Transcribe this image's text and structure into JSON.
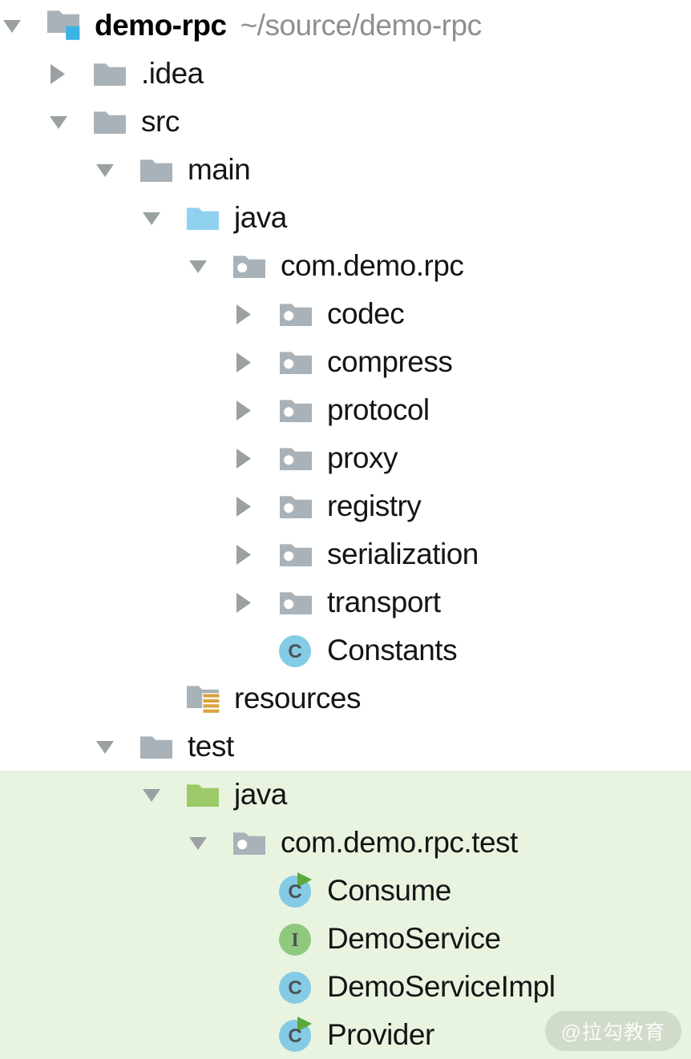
{
  "window_title": "demo-rpc project tree",
  "colors": {
    "highlight_bg": "#e8f4e0",
    "folder_gray": "#a9b2b8",
    "source_folder_blue": "#8fd1ef",
    "test_folder_green": "#9cca69",
    "project_badge_blue": "#3cb3e2",
    "class_circle_blue": "#84cbe5",
    "interface_circle_green": "#90c97e",
    "icon_letter_gray": "#4a5156",
    "run_badge_green": "#5aa83b",
    "resources_amber": "#dba23e",
    "chevron_gray": "#9ba1a3",
    "label_text": "#151515",
    "path_text": "#8f8f8f",
    "package_dot_white": "#ffffff"
  },
  "tree": {
    "items": [
      {
        "label": "demo-rpc",
        "annotation": "~/source/demo-rpc",
        "level": 0,
        "arrow": "expanded",
        "icon": "project-folder",
        "bold": true,
        "highlighted": false
      },
      {
        "label": ".idea",
        "level": 1,
        "arrow": "collapsed",
        "icon": "folder",
        "highlighted": false
      },
      {
        "label": "src",
        "level": 1,
        "arrow": "expanded",
        "icon": "folder",
        "highlighted": false
      },
      {
        "label": "main",
        "level": 2,
        "arrow": "expanded",
        "icon": "folder",
        "highlighted": false
      },
      {
        "label": "java",
        "level": 3,
        "arrow": "expanded",
        "icon": "source-folder",
        "highlighted": false
      },
      {
        "label": "com.demo.rpc",
        "level": 4,
        "arrow": "expanded",
        "icon": "package",
        "highlighted": false
      },
      {
        "label": "codec",
        "level": 5,
        "arrow": "collapsed",
        "icon": "package",
        "highlighted": false
      },
      {
        "label": "compress",
        "level": 5,
        "arrow": "collapsed",
        "icon": "package",
        "highlighted": false
      },
      {
        "label": "protocol",
        "level": 5,
        "arrow": "collapsed",
        "icon": "package",
        "highlighted": false
      },
      {
        "label": "proxy",
        "level": 5,
        "arrow": "collapsed",
        "icon": "package",
        "highlighted": false
      },
      {
        "label": "registry",
        "level": 5,
        "arrow": "collapsed",
        "icon": "package",
        "highlighted": false
      },
      {
        "label": "serialization",
        "level": 5,
        "arrow": "collapsed",
        "icon": "package",
        "highlighted": false
      },
      {
        "label": "transport",
        "level": 5,
        "arrow": "collapsed",
        "icon": "package",
        "highlighted": false
      },
      {
        "label": "Constants",
        "level": 5,
        "arrow": "none",
        "icon": "class",
        "highlighted": false
      },
      {
        "label": "resources",
        "level": 3,
        "arrow": "none",
        "icon": "resources-folder",
        "highlighted": false
      },
      {
        "label": "test",
        "level": 2,
        "arrow": "expanded",
        "icon": "folder",
        "highlighted": false
      },
      {
        "label": "java",
        "level": 3,
        "arrow": "expanded",
        "icon": "test-source-folder",
        "highlighted": true
      },
      {
        "label": "com.demo.rpc.test",
        "level": 4,
        "arrow": "expanded",
        "icon": "package",
        "highlighted": true
      },
      {
        "label": "Consume",
        "level": 5,
        "arrow": "none",
        "icon": "runnable-class",
        "highlighted": true
      },
      {
        "label": "DemoService",
        "level": 5,
        "arrow": "none",
        "icon": "interface",
        "highlighted": true
      },
      {
        "label": "DemoServiceImpl",
        "level": 5,
        "arrow": "none",
        "icon": "class",
        "highlighted": true
      },
      {
        "label": "Provider",
        "level": 5,
        "arrow": "none",
        "icon": "runnable-class",
        "highlighted": true
      }
    ]
  },
  "watermark": {
    "text": "@拉勾教育"
  }
}
